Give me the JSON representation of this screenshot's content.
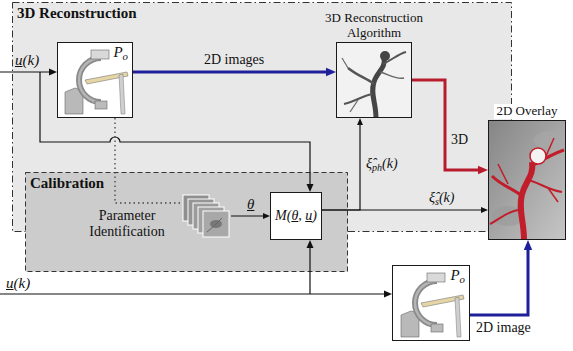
{
  "diagram": {
    "nodes": [
      {
        "text": [
          "3D Reconstruction"
        ]
      },
      {
        "text": [
          "Po"
        ],
        "in": 0
      },
      {
        "text": [
          "3D Reconstruction Algorithm"
        ],
        "in": 0
      },
      {
        "text": [
          "Calibration"
        ]
      },
      {
        "text": [
          "Parameter Identification"
        ],
        "in": 3
      },
      {
        "text": [
          "M(θ, u)"
        ],
        "in": 3
      },
      {
        "text": [
          "2D Overlay"
        ]
      },
      {
        "text": [
          "Po"
        ]
      }
    ],
    "edges": [
      {
        "from": 1,
        "to": 2,
        "arrow": "to",
        "label": "2D images"
      },
      {
        "from": 2,
        "to": 6,
        "arrow": "to",
        "label": "3D"
      },
      {
        "from": 1,
        "to": 4,
        "arrow": "none"
      },
      {
        "from": 4,
        "to": 5,
        "arrow": "to",
        "label": "θ"
      },
      {
        "from": 5,
        "to": 2,
        "arrow": "to",
        "label": "ξ̂ph(k)"
      },
      {
        "from": 5,
        "to": 6,
        "arrow": "to",
        "label": "ξ̂s(k)"
      },
      {
        "from": 7,
        "to": 6,
        "arrow": "to",
        "label": "2D image"
      }
    ],
    "labels": [
      "u(k)",
      "u(k)"
    ]
  }
}
